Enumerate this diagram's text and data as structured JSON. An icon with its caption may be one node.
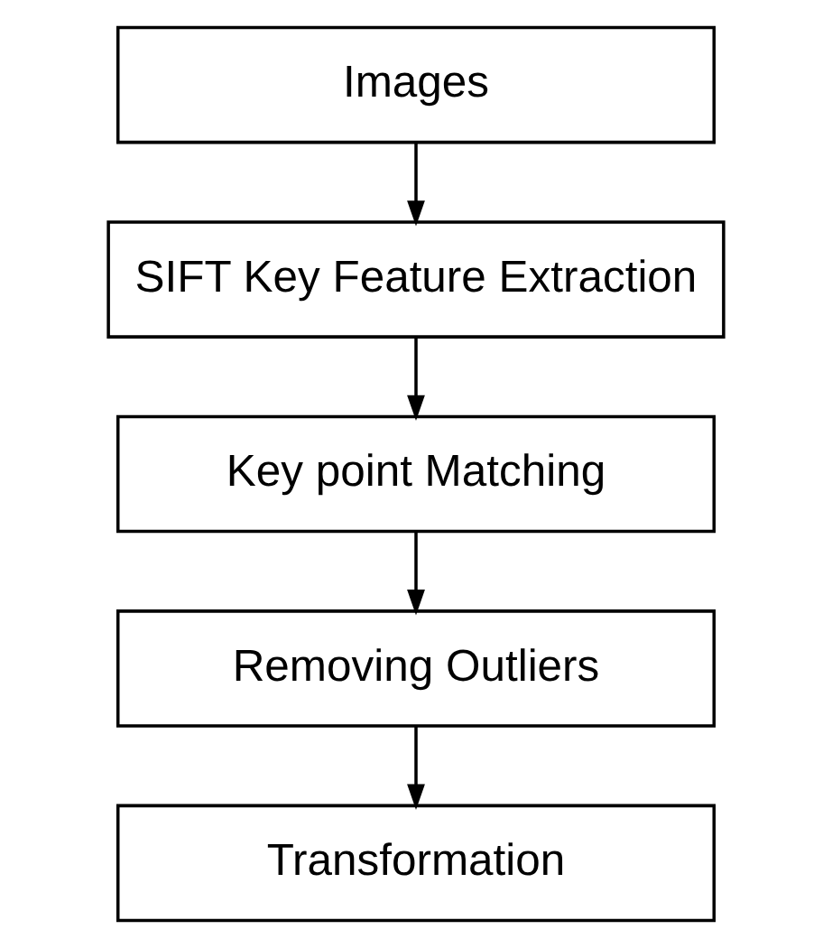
{
  "diagram": {
    "nodes": [
      {
        "text": [
          "Images"
        ]
      },
      {
        "text": [
          "SIFT Key Feature Extraction"
        ]
      },
      {
        "text": [
          "Key point Matching"
        ]
      },
      {
        "text": [
          "Removing Outliers"
        ]
      },
      {
        "text": [
          "Transformation"
        ]
      }
    ],
    "edges": [
      {
        "from": 0,
        "to": 1,
        "arrow": "to"
      },
      {
        "from": 1,
        "to": 2,
        "arrow": "to"
      },
      {
        "from": 2,
        "to": 3,
        "arrow": "to"
      },
      {
        "from": 3,
        "to": 4,
        "arrow": "to"
      }
    ]
  }
}
